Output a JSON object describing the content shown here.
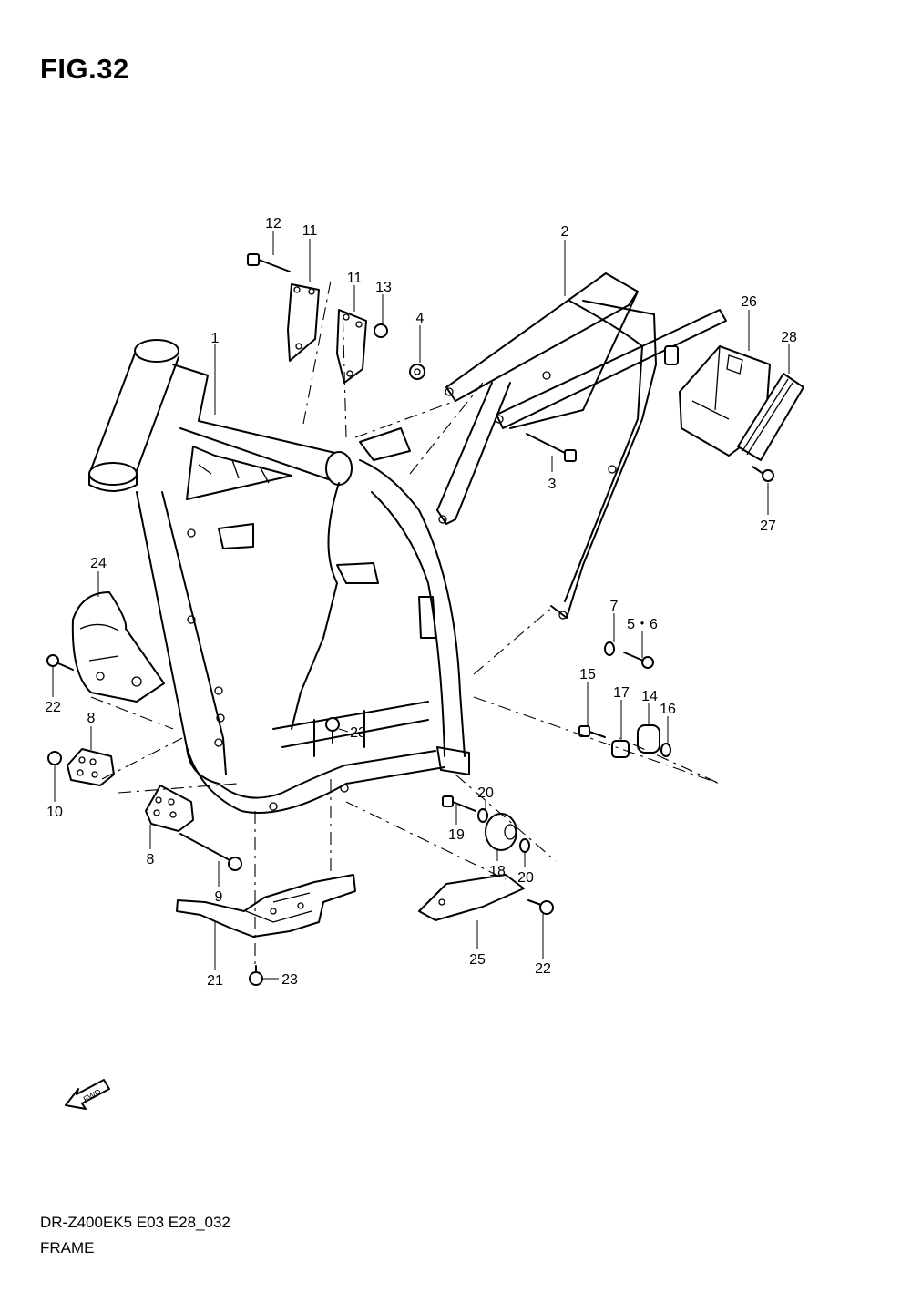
{
  "figure": {
    "title": "FIG.32",
    "model_code": "DR-Z400EK5 E03 E28_032",
    "name": "FRAME",
    "fwd_label": "FWD"
  },
  "callouts": [
    {
      "id": "c1",
      "label": "1"
    },
    {
      "id": "c2",
      "label": "2"
    },
    {
      "id": "c3",
      "label": "3"
    },
    {
      "id": "c4",
      "label": "4"
    },
    {
      "id": "c5-6",
      "label": "5・6"
    },
    {
      "id": "c7",
      "label": "7"
    },
    {
      "id": "c8a",
      "label": "8"
    },
    {
      "id": "c8b",
      "label": "8"
    },
    {
      "id": "c9",
      "label": "9"
    },
    {
      "id": "c10",
      "label": "10"
    },
    {
      "id": "c11a",
      "label": "11"
    },
    {
      "id": "c11b",
      "label": "11"
    },
    {
      "id": "c12",
      "label": "12"
    },
    {
      "id": "c13",
      "label": "13"
    },
    {
      "id": "c14",
      "label": "14"
    },
    {
      "id": "c15",
      "label": "15"
    },
    {
      "id": "c16",
      "label": "16"
    },
    {
      "id": "c17",
      "label": "17"
    },
    {
      "id": "c18",
      "label": "18"
    },
    {
      "id": "c19",
      "label": "19"
    },
    {
      "id": "c20a",
      "label": "20"
    },
    {
      "id": "c20b",
      "label": "20"
    },
    {
      "id": "c21",
      "label": "21"
    },
    {
      "id": "c22a",
      "label": "22"
    },
    {
      "id": "c22b",
      "label": "22"
    },
    {
      "id": "c23a",
      "label": "23"
    },
    {
      "id": "c23b",
      "label": "23"
    },
    {
      "id": "c24",
      "label": "24"
    },
    {
      "id": "c25",
      "label": "25"
    },
    {
      "id": "c26",
      "label": "26"
    },
    {
      "id": "c27",
      "label": "27"
    },
    {
      "id": "c28",
      "label": "28"
    }
  ]
}
